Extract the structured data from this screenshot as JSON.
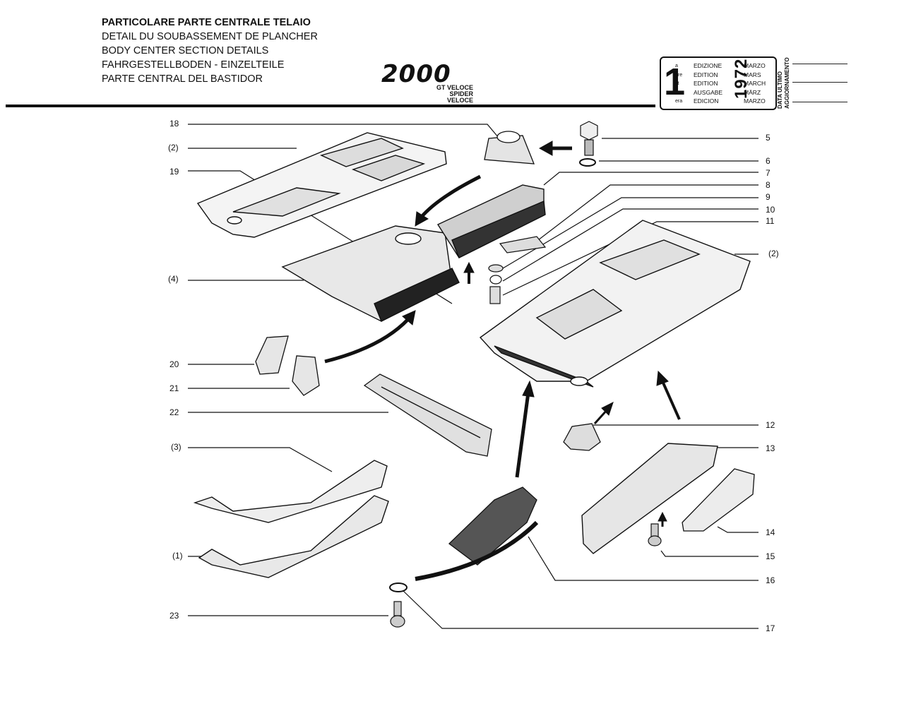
{
  "header": {
    "titles": [
      "PARTICOLARE PARTE CENTRALE TELAIO",
      "DETAIL DU SOUBASSEMENT DE PLANCHER",
      "BODY CENTER SECTION DETAILS",
      "FAHRGESTELLBODEN - EINZELTEILE",
      "PARTE CENTRAL DEL BASTIDOR"
    ],
    "logo_text": "2000",
    "model_lines": [
      "GT VELOCE",
      "SPIDER VELOCE"
    ]
  },
  "edition_box": {
    "big_number": "1",
    "suffixes": [
      "a",
      "ere",
      "st",
      ".",
      "era"
    ],
    "words": [
      "EDIZIONE",
      "EDITION",
      "EDITION",
      "AUSGABE",
      "EDICION"
    ],
    "months": [
      "MARZO",
      "MARS",
      "MARCH",
      "MÄRZ",
      "MARZO"
    ],
    "year": "1972",
    "update_label": [
      "DATA ULTIMO",
      "AGGIORNAMENTO"
    ]
  },
  "callouts": {
    "left": [
      "18",
      "(2)",
      "19",
      "(4)",
      "20",
      "21",
      "22",
      "(3)",
      "(1)",
      "23"
    ],
    "right": [
      "5",
      "6",
      "7",
      "8",
      "9",
      "10",
      "11",
      "(2)",
      "12",
      "13",
      "14",
      "15",
      "16",
      "17"
    ]
  }
}
